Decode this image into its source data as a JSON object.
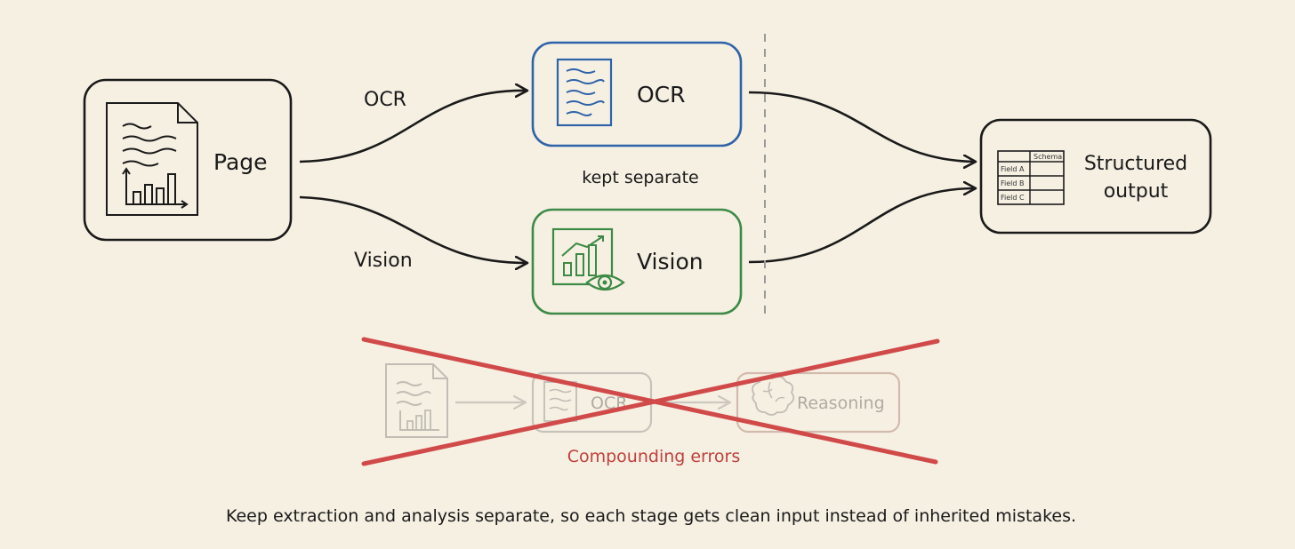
{
  "nodes": {
    "page": {
      "label": "Page"
    },
    "ocr": {
      "label": "OCR",
      "color": "#2f63a8"
    },
    "vision": {
      "label": "Vision",
      "color": "#3c8a45"
    },
    "output": {
      "label_line1": "Structured",
      "label_line2": "output"
    }
  },
  "schema_table": {
    "header": "Schema",
    "rows": [
      "Field A",
      "Field B",
      "Field C"
    ]
  },
  "edges": {
    "ocr_label": "OCR",
    "vision_label": "Vision",
    "separator_caption": "kept separate"
  },
  "rejected_pipeline": {
    "ocr_label": "OCR",
    "reasoning_label": "Reasoning",
    "cross_color": "#d14a4a",
    "caption": "Compounding errors"
  },
  "caption": "Keep extraction and analysis separate, so each stage gets clean input instead of inherited mistakes."
}
